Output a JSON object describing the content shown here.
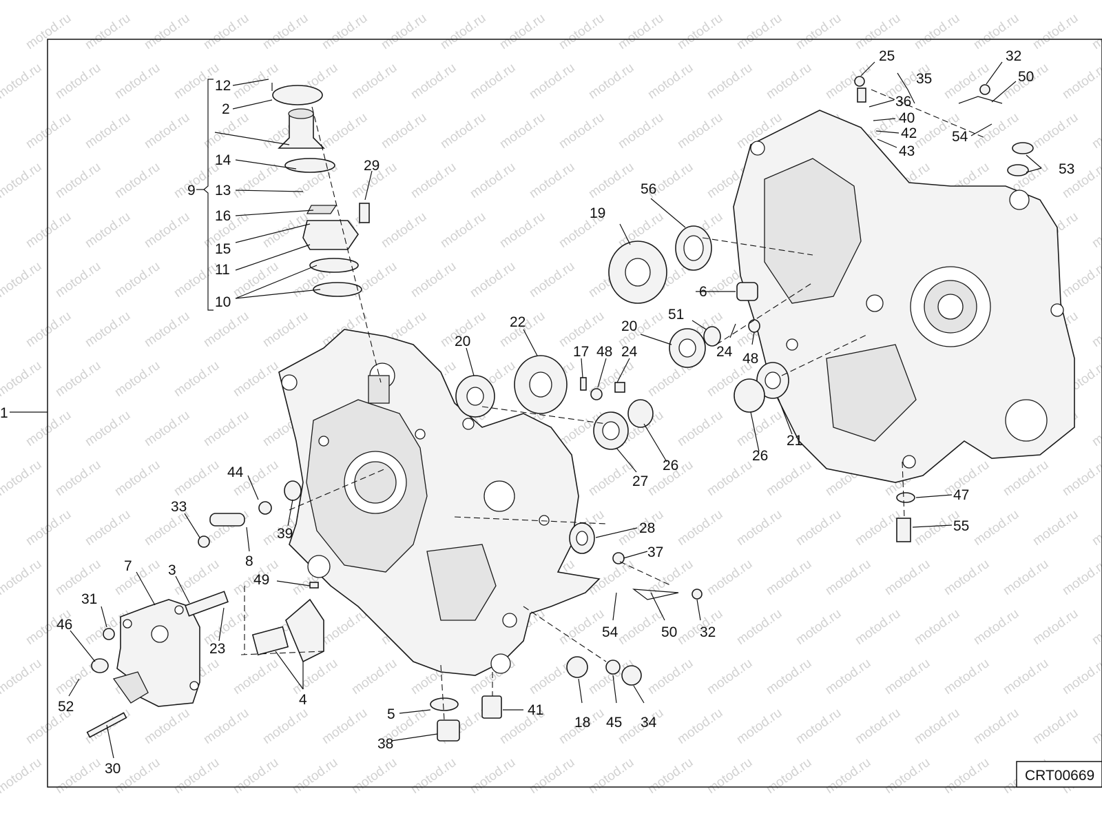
{
  "figure": {
    "code": "CRT00669",
    "group_label": "1",
    "subgroup_label": "9",
    "watermark": "motod.ru"
  },
  "callouts": [
    {
      "id": "c12",
      "text": "12"
    },
    {
      "id": "c2",
      "text": "2"
    },
    {
      "id": "c14",
      "text": "14"
    },
    {
      "id": "c9",
      "text": "9"
    },
    {
      "id": "c13",
      "text": "13"
    },
    {
      "id": "c16",
      "text": "16"
    },
    {
      "id": "c15",
      "text": "15"
    },
    {
      "id": "c11",
      "text": "11"
    },
    {
      "id": "c10",
      "text": "10"
    },
    {
      "id": "c29",
      "text": "29"
    },
    {
      "id": "c20a",
      "text": "20"
    },
    {
      "id": "c22",
      "text": "22"
    },
    {
      "id": "c17",
      "text": "17"
    },
    {
      "id": "c48a",
      "text": "48"
    },
    {
      "id": "c24a",
      "text": "24"
    },
    {
      "id": "c19",
      "text": "19"
    },
    {
      "id": "c56",
      "text": "56"
    },
    {
      "id": "c6",
      "text": "6"
    },
    {
      "id": "c20b",
      "text": "20"
    },
    {
      "id": "c51",
      "text": "51"
    },
    {
      "id": "c24b",
      "text": "24"
    },
    {
      "id": "c48b",
      "text": "48"
    },
    {
      "id": "c25",
      "text": "25"
    },
    {
      "id": "c35",
      "text": "35"
    },
    {
      "id": "c36",
      "text": "36"
    },
    {
      "id": "c40",
      "text": "40"
    },
    {
      "id": "c42",
      "text": "42"
    },
    {
      "id": "c43",
      "text": "43"
    },
    {
      "id": "c32a",
      "text": "32"
    },
    {
      "id": "c50a",
      "text": "50"
    },
    {
      "id": "c54a",
      "text": "54"
    },
    {
      "id": "c53",
      "text": "53"
    },
    {
      "id": "c26a",
      "text": "26"
    },
    {
      "id": "c27",
      "text": "27"
    },
    {
      "id": "c26b",
      "text": "26"
    },
    {
      "id": "c21",
      "text": "21"
    },
    {
      "id": "c47",
      "text": "47"
    },
    {
      "id": "c55",
      "text": "55"
    },
    {
      "id": "c44",
      "text": "44"
    },
    {
      "id": "c33",
      "text": "33"
    },
    {
      "id": "c39",
      "text": "39"
    },
    {
      "id": "c8",
      "text": "8"
    },
    {
      "id": "c28",
      "text": "28"
    },
    {
      "id": "c37",
      "text": "37"
    },
    {
      "id": "c49",
      "text": "49"
    },
    {
      "id": "c7",
      "text": "7"
    },
    {
      "id": "c3",
      "text": "3"
    },
    {
      "id": "c31",
      "text": "31"
    },
    {
      "id": "c46",
      "text": "46"
    },
    {
      "id": "c23",
      "text": "23"
    },
    {
      "id": "c4",
      "text": "4"
    },
    {
      "id": "c52",
      "text": "52"
    },
    {
      "id": "c30",
      "text": "30"
    },
    {
      "id": "c54b",
      "text": "54"
    },
    {
      "id": "c50b",
      "text": "50"
    },
    {
      "id": "c32b",
      "text": "32"
    },
    {
      "id": "c5",
      "text": "5"
    },
    {
      "id": "c41",
      "text": "41"
    },
    {
      "id": "c38",
      "text": "38"
    },
    {
      "id": "c18",
      "text": "18"
    },
    {
      "id": "c45",
      "text": "45"
    },
    {
      "id": "c34",
      "text": "34"
    }
  ]
}
